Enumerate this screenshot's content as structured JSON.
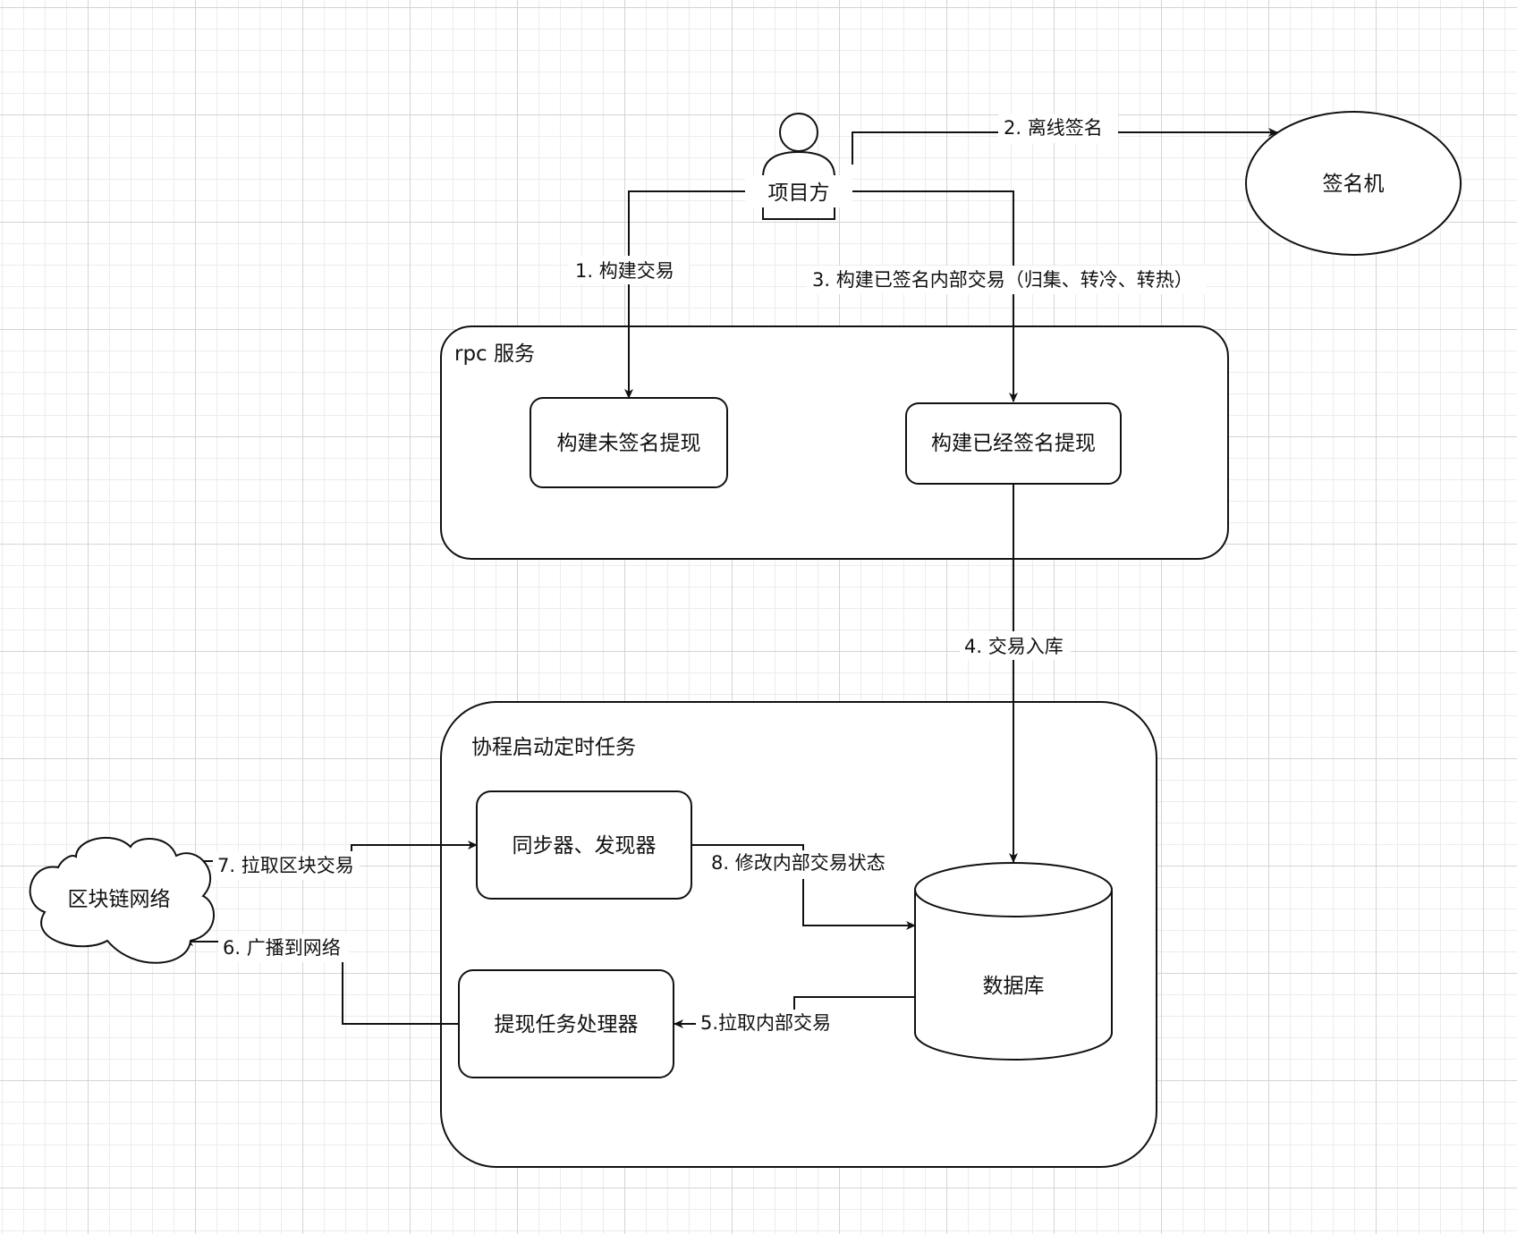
{
  "groups": {
    "rpc": "rpc 服务",
    "coroutine": "协程启动定时任务"
  },
  "nodes": {
    "actor": "项目方",
    "signer": "签名机",
    "build_unsigned": "构建未签名提现",
    "build_signed": "构建已经签名提现",
    "syncer": "同步器、发现器",
    "database": "数据库",
    "withdraw_processor": "提现任务处理器",
    "blockchain": "区块链网络"
  },
  "edges": {
    "e1": "1. 构建交易",
    "e2": "2. 离线签名",
    "e3": "3. 构建已签名内部交易（归集、转冷、转热）",
    "e4": "4. 交易入库",
    "e5": "5.拉取内部交易",
    "e6": "6. 广播到网络",
    "e7": "7. 拉取区块交易",
    "e8": "8. 修改内部交易状态"
  }
}
